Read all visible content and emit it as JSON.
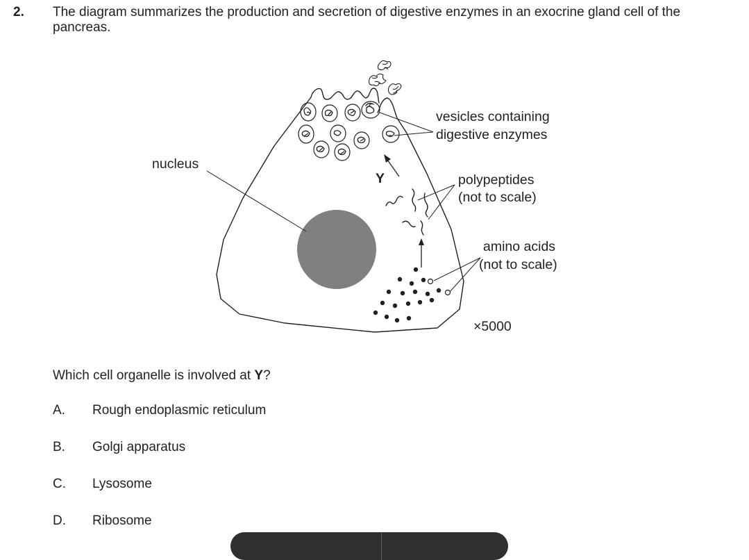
{
  "question": {
    "number": "2.",
    "stem": "The diagram summarizes the production and secretion of digestive enzymes in an exocrine gland cell of the pancreas."
  },
  "diagram": {
    "labels": {
      "nucleus": "nucleus",
      "vesicles_line1": "vesicles containing",
      "vesicles_line2": "digestive enzymes",
      "polypeptides_line1": "polypeptides",
      "polypeptides_line2": "(not to scale)",
      "amino_line1": "amino acids",
      "amino_line2": "(not to scale)",
      "y_marker": "Y",
      "magnification": "×5000"
    },
    "colors": {
      "line": "#231f20",
      "nucleus_fill": "#808080"
    }
  },
  "prompt": {
    "before": "Which cell organelle is involved at ",
    "bold": "Y",
    "after": "?"
  },
  "options": [
    {
      "letter": "A.",
      "text": "Rough endoplasmic reticulum"
    },
    {
      "letter": "B.",
      "text": "Golgi apparatus"
    },
    {
      "letter": "C.",
      "text": "Lysosome"
    },
    {
      "letter": "D.",
      "text": "Ribosome"
    }
  ]
}
